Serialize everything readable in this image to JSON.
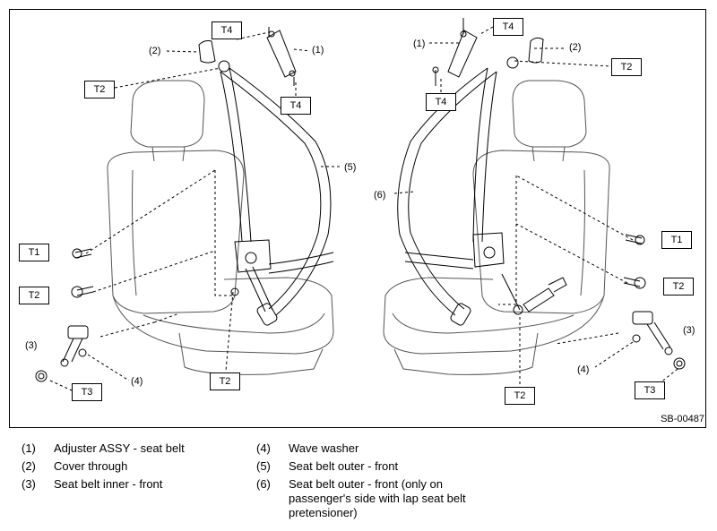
{
  "figure_id": "SB-00487",
  "callouts": {
    "left": {
      "n1": "(1)",
      "n2": "(2)",
      "n3": "(3)",
      "n4": "(4)",
      "n5": "(5)",
      "t4a": "T4",
      "t4b": "T4",
      "t2a": "T2",
      "t1": "T1",
      "t2b": "T2",
      "t3": "T3",
      "t2c": "T2"
    },
    "right": {
      "n1": "(1)",
      "n2": "(2)",
      "n3": "(3)",
      "n4": "(4)",
      "n6": "(6)",
      "t4a": "T4",
      "t4b": "T4",
      "t2a": "T2",
      "t1": "T1",
      "t2b": "T2",
      "t3": "T3",
      "t2c": "T2"
    }
  },
  "legend": [
    {
      "num": "(1)",
      "text": "Adjuster ASSY - seat belt"
    },
    {
      "num": "(2)",
      "text": "Cover through"
    },
    {
      "num": "(3)",
      "text": "Seat belt inner - front"
    },
    {
      "num": "(4)",
      "text": "Wave washer"
    },
    {
      "num": "(5)",
      "text": "Seat belt outer - front"
    },
    {
      "num": "(6)",
      "text": "Seat belt outer - front (only on passenger's side with lap seat belt pretensioner)"
    }
  ]
}
